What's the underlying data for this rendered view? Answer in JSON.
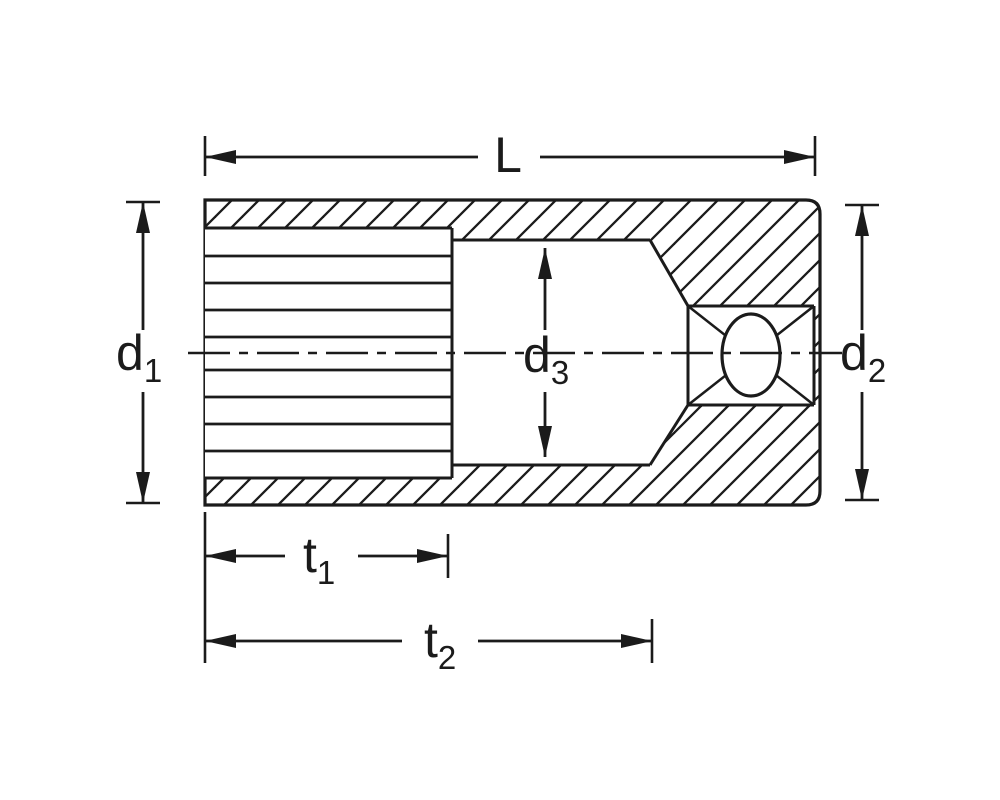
{
  "page": {
    "background_color": "#ffffff"
  },
  "drawing": {
    "type": "technical-diagram",
    "subject": "deep socket cross-section with dimension callouts",
    "line_color": "#1b1b1b",
    "labels": {
      "L": {
        "base": "L",
        "sub": ""
      },
      "d1": {
        "base": "d",
        "sub": "1"
      },
      "d2": {
        "base": "d",
        "sub": "2"
      },
      "d3": {
        "base": "d",
        "sub": "3"
      },
      "t1": {
        "base": "t",
        "sub": "1"
      },
      "t2": {
        "base": "t",
        "sub": "2"
      }
    }
  }
}
